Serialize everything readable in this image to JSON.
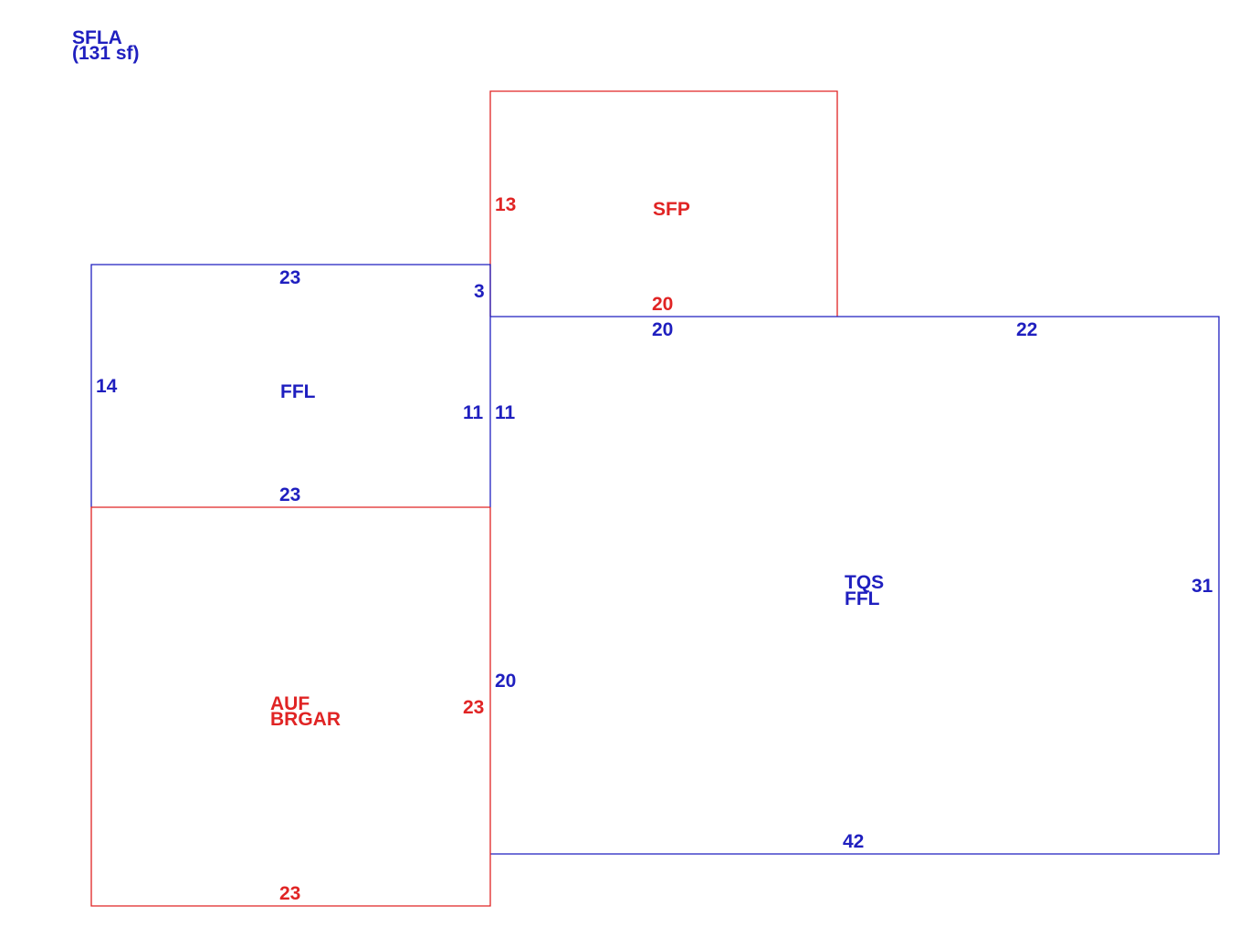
{
  "header": {
    "title_line1": "SFLA",
    "title_line2": "(131 sf)"
  },
  "colors": {
    "living": "#1f1fbf",
    "non_living": "#e02424"
  },
  "areas": {
    "sfp": {
      "label": "SFP",
      "dim_left": "13",
      "dim_bottom": "20"
    },
    "ffl_upper": {
      "label": "FFL",
      "dim_top": "23",
      "dim_left": "14",
      "dim_right_top": "3",
      "dim_right": "11",
      "dim_bottom": "23"
    },
    "tqs_ffl": {
      "label_line1": "TQS",
      "label_line2": "FFL",
      "dim_top_left": "20",
      "dim_top_right": "22",
      "dim_left_top": "11",
      "dim_left_bottom": "20",
      "dim_right": "31",
      "dim_bottom": "42"
    },
    "auf_brgar": {
      "label_line1": "AUF",
      "label_line2": "BRGAR",
      "dim_right": "23",
      "dim_bottom": "23"
    }
  }
}
